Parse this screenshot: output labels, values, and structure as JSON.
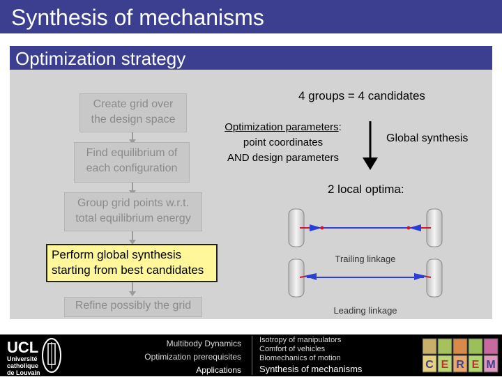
{
  "title": "Synthesis of mechanisms",
  "section": "Optimization strategy",
  "steps": [
    {
      "line1": "Create grid over",
      "line2": "the design space",
      "active": false
    },
    {
      "line1": "Find equilibrium of",
      "line2": "each configuration",
      "active": false
    },
    {
      "line1": "Group grid points w.r.t.",
      "line2": "total equilibrium energy",
      "active": false
    },
    {
      "line1": "Perform global synthesis",
      "line2": "starting from best candidates",
      "active": true
    },
    {
      "line1": "Refine possibly the grid",
      "line2": "",
      "active": false
    }
  ],
  "groups_heading": "4 groups = 4 candidates",
  "opt_params": {
    "label": "Optimization parameters",
    "colon": ":",
    "line2": "point coordinates",
    "line3": "AND design parameters"
  },
  "global_synthesis": "Global synthesis",
  "local_optima": "2 local optima:",
  "linkages": [
    "Trailing linkage",
    "Leading linkage"
  ],
  "footer": {
    "logo_ucl": "UCL",
    "logo_line1": "Université",
    "logo_line2": "catholique",
    "logo_line3": "de Louvain",
    "course_items": [
      "Multibody Dynamics",
      "Optimization prerequisites",
      "Applications"
    ],
    "topic_items": [
      "Isotropy of manipulators",
      "Comfort of vehicles",
      "Biomechanics of motion",
      "Synthesis of mechanisms"
    ],
    "cerem_letters": [
      "C",
      "E",
      "R",
      "E",
      "M"
    ]
  },
  "colors": {
    "title_bg": "#3c3f8f",
    "content_bg": "#d3d3d3",
    "active_step": "#fff799",
    "linkage_line": "#2a3fd6",
    "joint": "#d8102a"
  }
}
